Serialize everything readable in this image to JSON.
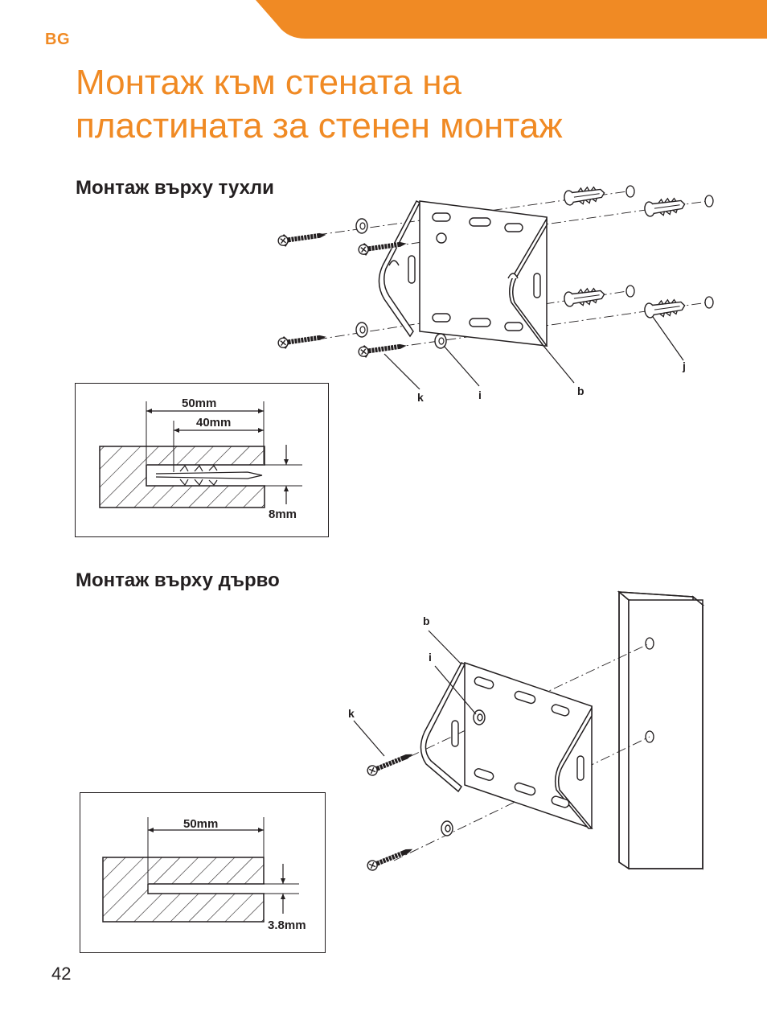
{
  "header": {
    "language_tag": "BG",
    "title_line1": "Монтаж към стената на",
    "title_line2": "пластината за стенен монтаж",
    "accent_color": "#f08a24"
  },
  "brick_section": {
    "heading": "Монтаж върху тухли",
    "callouts": {
      "k": "k",
      "i": "i",
      "b": "b",
      "j": "j"
    },
    "dimensions": {
      "outer_depth": "50mm",
      "inner_depth": "40mm",
      "diameter": "8mm"
    }
  },
  "wood_section": {
    "heading": "Монтаж върху дърво",
    "callouts": {
      "b": "b",
      "i": "i",
      "k": "k"
    },
    "dimensions": {
      "depth": "50mm",
      "diameter": "3.8mm"
    }
  },
  "footer": {
    "page_number": "42"
  }
}
